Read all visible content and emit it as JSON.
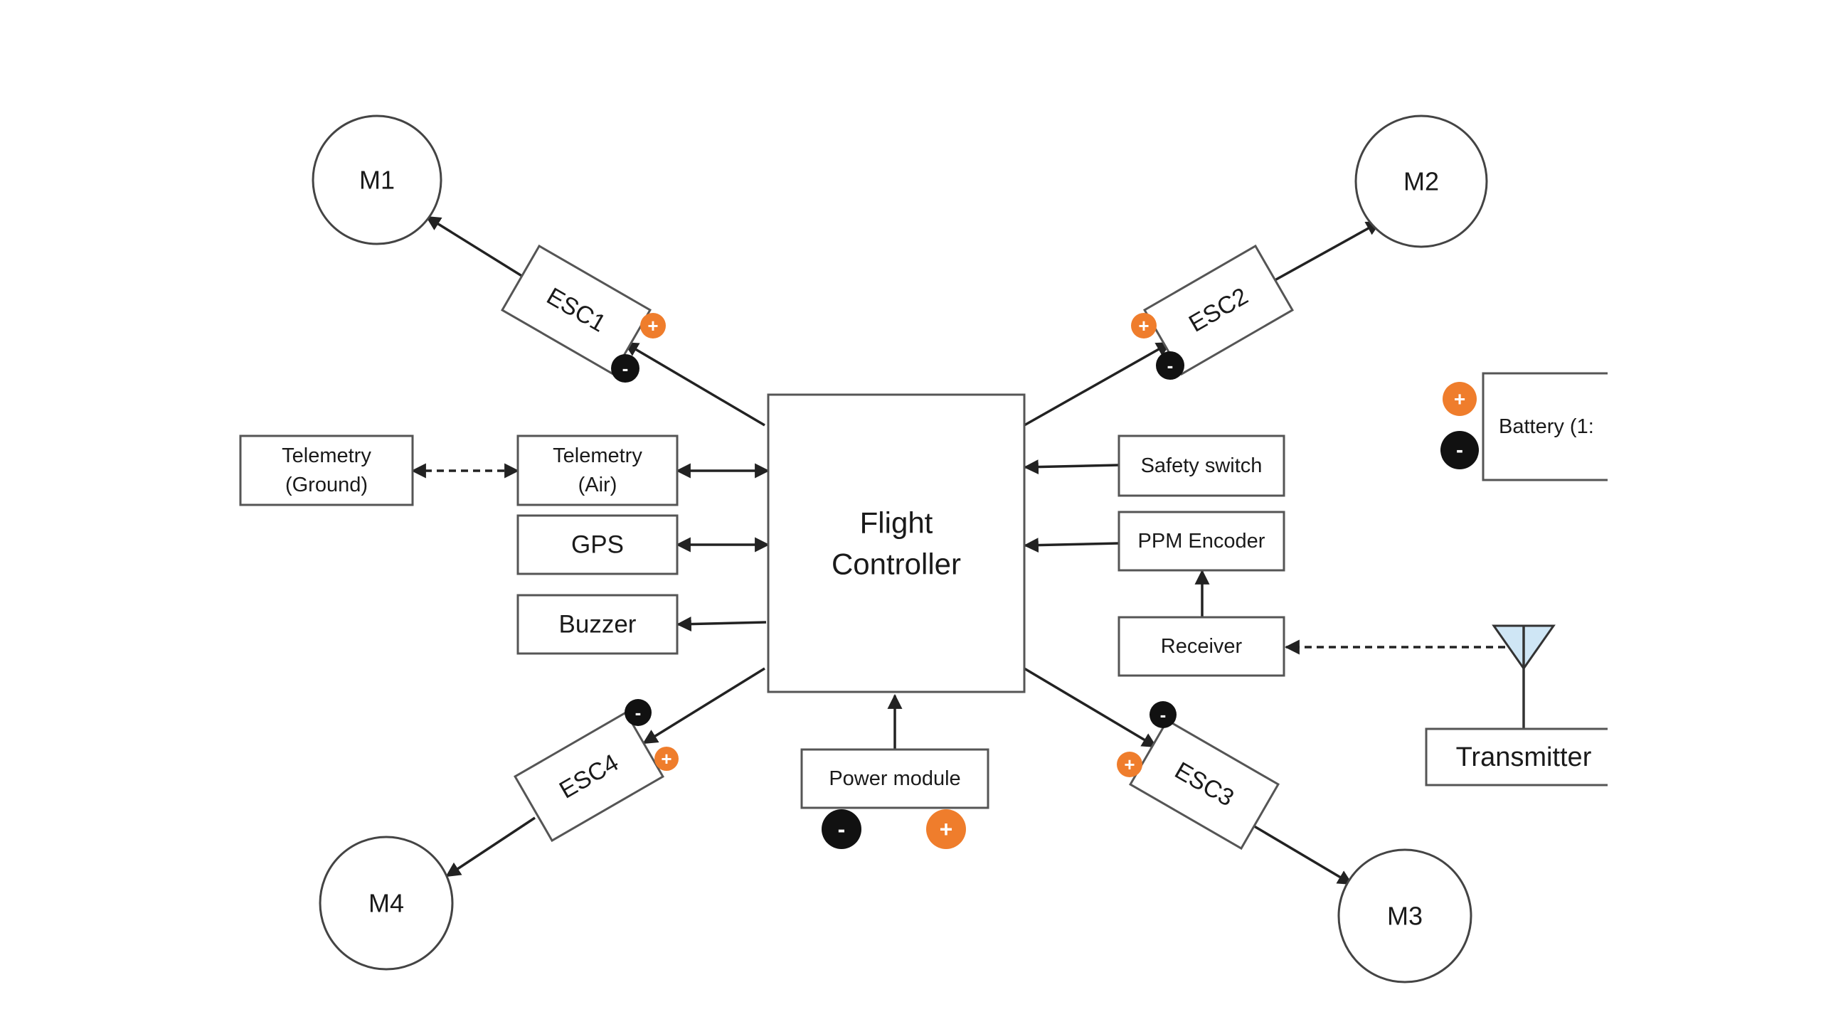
{
  "flight_controller": {
    "line1": "Flight",
    "line2": "Controller"
  },
  "motors": {
    "m1": "M1",
    "m2": "M2",
    "m3": "M3",
    "m4": "M4"
  },
  "escs": {
    "esc1": "ESC1",
    "esc2": "ESC2",
    "esc3": "ESC3",
    "esc4": "ESC4"
  },
  "telemetry_ground": {
    "line1": "Telemetry",
    "line2": "(Ground)"
  },
  "telemetry_air": {
    "line1": "Telemetry",
    "line2": "(Air)"
  },
  "gps": "GPS",
  "buzzer": "Buzzer",
  "safety_switch": "Safety switch",
  "ppm_encoder": "PPM Encoder",
  "receiver": "Receiver",
  "transmitter": "Transmitter",
  "power_module": "Power module",
  "battery": "Battery (1:",
  "signs": {
    "plus": "+",
    "minus": "-"
  },
  "colors": {
    "plus_terminal": "#ef7d2c",
    "minus_terminal": "#111111",
    "antenna_fill": "#cfe6f5"
  }
}
